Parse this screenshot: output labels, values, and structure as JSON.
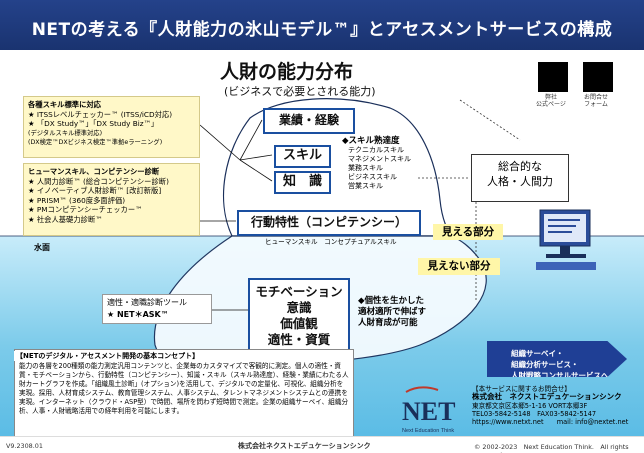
{
  "header": {
    "title": "NETの考える『人財能力の氷山モデル™』とアセスメントサービスの構成"
  },
  "center": {
    "title": "人財の能力分布",
    "subtitle": "(ビジネスで必要とされる能力)"
  },
  "qr": {
    "left_caption": "弊社\n公式ページ",
    "right_caption": "お問合せ\nフォーム"
  },
  "skill_standard": {
    "heading": "各種スキル標準に対応",
    "items": [
      "★ ITSSレベルチェッカー™ (ITSS/iCD対応)",
      "★ 「DX Study™」「DX Study Biz™」",
      "(デジタルスキル標準対応)",
      "(DX検定™DXビジネス検定™準拠eラーニング)"
    ]
  },
  "human_skill": {
    "heading": "ヒューマンスキル、コンピテンシー診断",
    "items": [
      "★ 人間力診断™ (総合コンピテンシー診断)",
      "★ イノベーティブ人財診断™ [改訂新版]",
      "★ PRISM™ (360度多面評価)",
      "★ PMコンピテンシーチェッカー™",
      "★ 社会人基礎力診断™"
    ]
  },
  "iceberg": {
    "results": "業績・経験",
    "skill": "スキル",
    "knowledge": "知　識",
    "skill_detail_lead": "◆スキル熟達度",
    "skill_detail": [
      "テクニカルスキル",
      "マネジメントスキル",
      "業務スキル",
      "ビジネススキル",
      "営業スキル"
    ],
    "behavior": "行動特性（コンピテンシー）",
    "behavior_sub": "ヒューマンスキル　コンセプチュアルスキル",
    "total_line1": "総合的な",
    "total_line2": "人格・人間力",
    "visible": "見える部分",
    "invisible": "見えない部分",
    "water": "水面",
    "motivation": [
      "モチベーション",
      "意識",
      "価値観",
      "適性・資質"
    ],
    "aptitude_heading": "適性・適職診断ツール",
    "aptitude_item": "★ NET＊ASK™",
    "personality": [
      "◆個性を生かした",
      "適材適所で伸ばす",
      "人財育成が可能"
    ]
  },
  "concept": {
    "title": "【NETのデジタル・アセスメント開発の基本コンセプト】",
    "body": "能力の各層を200種類の能力測定汎用コンテンツと、企業毎のカスタマイズで客観的に測定。個人の適性・資質・モチベーションから、行動特性（コンピテンシー）、知識・スキル（スキル熟達度）、経験・業績にわたる人財カートグラフを作成。「組織風土診断」(オプション)を活用して、デジタルでの定量化、可視化、組織分析を実現。採用、人材育成システム、教育管理システム、人事システム、タレントマネジメントシステムとの連携を実現。インターネット（クラウド・ASP型）で時間、場所を問わず短時間で測定。企業の組織サーベイ、組織分析、人事・人財戦略活用での経年利用を可能にします。"
  },
  "service_arrow": {
    "line1": "組織サーベイ・",
    "line2": "組織分析サービス・",
    "line3": "人財戦略コンサルサービスへ"
  },
  "logo": {
    "text": "NET",
    "tagline": "Next Education Think"
  },
  "contact": {
    "heading": "【本サービスに関するお問合せ】",
    "company": "株式会社　ネクストエデュケーションシンク",
    "address": "東京都文京区本郷5-1-16 VORT本郷3F",
    "phone": "TEL03-5842-5148　FAX03-5842-5147",
    "web": "https://www.netxt.net　　mail: info@nextet.net"
  },
  "footer": {
    "version": "V9.2308.01",
    "company": "株式会社ネクストエデュケーションシンク",
    "copyright": "© 2002-2023　Next Education Think.　All rights reserved."
  },
  "colors": {
    "header": "#1f3a80",
    "accent": "#1a4fa0",
    "water": "#7ccbea",
    "highlight": "#fff6a8"
  }
}
